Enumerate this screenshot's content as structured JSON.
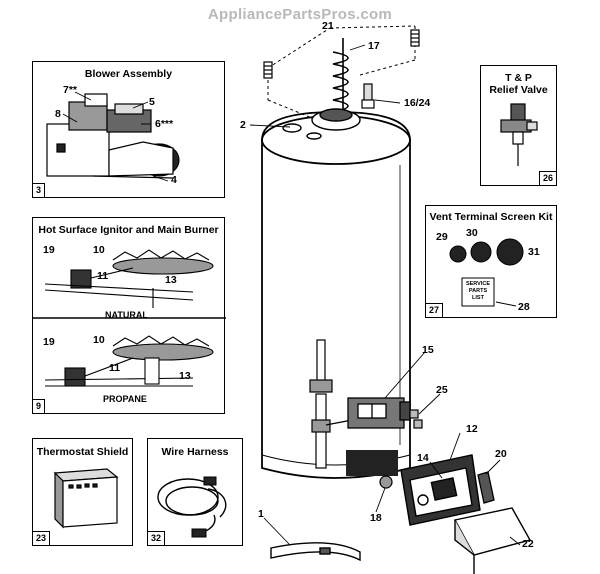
{
  "watermark": "AppliancePartsPros.com",
  "boxes": {
    "blower": {
      "title": "Blower Assembly",
      "number": "3"
    },
    "ignitor": {
      "title": "Hot Surface Ignitor and Main Burner",
      "number": "9",
      "natural": "NATURAL",
      "propane": "PROPANE"
    },
    "tp_valve": {
      "title_line1": "T & P",
      "title_line2": "Relief Valve",
      "number": "26"
    },
    "vent_kit": {
      "title": "Vent Terminal Screen Kit",
      "number": "27",
      "card_line1": "SERVICE",
      "card_line2": "PARTS",
      "card_line3": "LIST"
    },
    "thermostat_shield": {
      "title": "Thermostat Shield",
      "number": "23"
    },
    "wire_harness": {
      "title": "Wire Harness",
      "number": "32"
    }
  },
  "callouts": {
    "blower_7": "7**",
    "blower_5": "5",
    "blower_8": "8",
    "blower_6": "6***",
    "blower_4": "4",
    "ign_19a": "19",
    "ign_10a": "10",
    "ign_11a": "11",
    "ign_13a": "13",
    "ign_19b": "19",
    "ign_10b": "10",
    "ign_11b": "11",
    "ign_13b": "13",
    "vent_29": "29",
    "vent_30": "30",
    "vent_31": "31",
    "vent_28": "28",
    "main_21": "21",
    "main_17": "17",
    "main_16_24": "16/24",
    "main_2": "2",
    "main_15": "15",
    "main_25": "25",
    "main_12": "12",
    "main_20": "20",
    "main_14": "14",
    "main_18": "18",
    "main_1": "1",
    "main_22": "22"
  }
}
